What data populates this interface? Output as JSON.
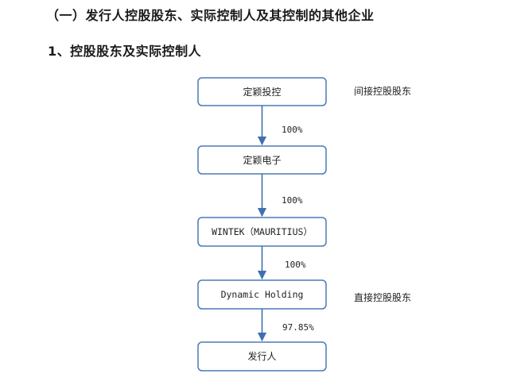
{
  "headings": {
    "section": "（一）发行人控股股东、实际控制人及其控制的其他企业",
    "subsection": "1、控股股东及实际控制人"
  },
  "structure": {
    "box_border_color": "#4a7ab8",
    "arrow_color": "#3f6fb0",
    "nodes": [
      {
        "label": "定颖投控"
      },
      {
        "label": "定颖电子"
      },
      {
        "label": "WINTEK（MAURITIUS）"
      },
      {
        "label": "Dynamic Holding"
      },
      {
        "label": "发行人"
      }
    ],
    "edges": [
      {
        "percent": "100%"
      },
      {
        "percent": "100%"
      },
      {
        "percent": "100%"
      },
      {
        "percent": "97.85%"
      }
    ],
    "notes": [
      {
        "text": "间接控股股东"
      },
      {
        "text": "直接控股股东"
      }
    ]
  }
}
